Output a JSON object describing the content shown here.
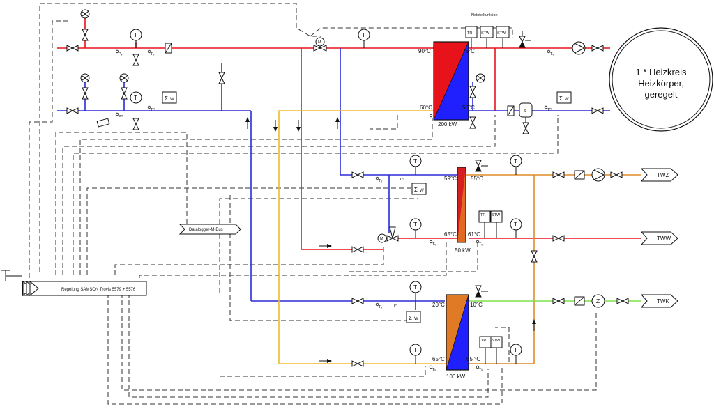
{
  "labels": {
    "notstell": "Notstellfunktion",
    "heizkreis_1": "1 * Heizkreis",
    "heizkreis_2": "Heizkörper,",
    "heizkreis_3": "geregelt",
    "datalogger": "Datalogger-M-Bus",
    "regelung": "Regelung SAMSON Trovis 5579 + 5576",
    "twz": "TWZ",
    "tww": "TWW",
    "twk": "TWK"
  },
  "temps": {
    "t90": "90°C",
    "t75": "75°C",
    "t60": "60°C",
    "t55a": "55°C",
    "t59": "59°C",
    "t55b": "55°C",
    "t65a": "65°C",
    "t61": "61°C",
    "t20": "20°C",
    "t10": "10°C",
    "t65b": "65°C",
    "t55c": "55 °C"
  },
  "powers": {
    "p200": "200 kW",
    "p50": "50 kW",
    "p100": "100 kW"
  },
  "symbols": {
    "tr": "TR",
    "stw": "STW",
    "sigma": "Σ",
    "w": "W",
    "t": "T",
    "m": "M",
    "s": "S",
    "z": "Z",
    "pv": "Pᵥ",
    "pr": "Pᴿ",
    "tv": "Tᵥ",
    "trr": "Tᴿ"
  },
  "colors": {
    "supply": "#e8121b",
    "return": "#2b2bd6",
    "dhw_charge": "#f2b930",
    "dhw": "#e08a2a",
    "cold": "#7ee04a"
  }
}
